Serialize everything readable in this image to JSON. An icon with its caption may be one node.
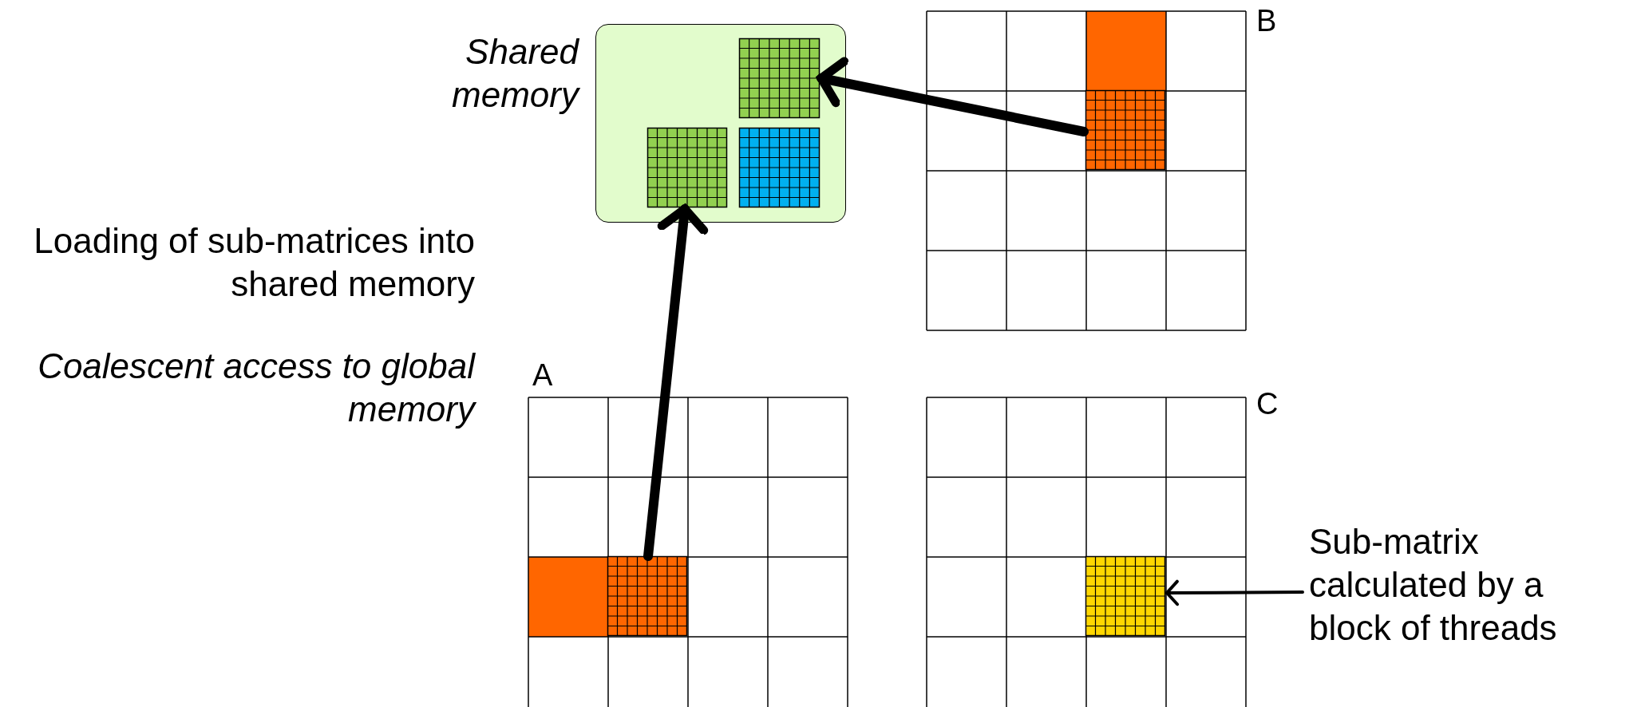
{
  "diagram": {
    "nodes": [
      {
        "text": [
          "Shared memory"
        ]
      },
      {
        "text": [],
        "shape": "box",
        "in": 0
      },
      {
        "text": [],
        "shape": "box",
        "in": 0
      },
      {
        "text": [],
        "shape": "box",
        "in": 0
      },
      {
        "text": [
          "A"
        ]
      },
      {
        "text": [],
        "shape": "box",
        "in": 4
      },
      {
        "text": [
          "B"
        ]
      },
      {
        "text": [],
        "shape": "box",
        "in": 6
      },
      {
        "text": [
          "C"
        ]
      },
      {
        "text": [],
        "shape": "box",
        "in": 8
      },
      {
        "text": [
          "Sub-matrix calculated by a block of threads"
        ]
      }
    ],
    "edges": [
      {
        "from": 5,
        "to": 2,
        "arrow": "to"
      },
      {
        "from": 7,
        "to": 1,
        "arrow": "to"
      },
      {
        "from": 10,
        "to": 9,
        "arrow": "to"
      }
    ],
    "labels": [
      "Loading of sub-matrices into shared memory",
      "Coalescent access to global memory"
    ]
  }
}
